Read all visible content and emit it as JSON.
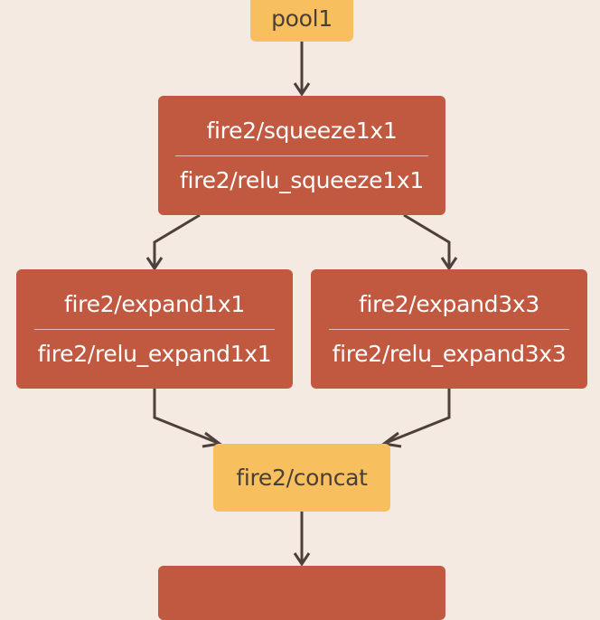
{
  "diagram": {
    "nodes": {
      "pool1": {
        "label": "pool1"
      },
      "squeeze": {
        "layer": "fire2/squeeze1x1",
        "activation": "fire2/relu_squeeze1x1"
      },
      "expand1x1": {
        "layer": "fire2/expand1x1",
        "activation": "fire2/relu_expand1x1"
      },
      "expand3x3": {
        "layer": "fire2/expand3x3",
        "activation": "fire2/relu_expand3x3"
      },
      "concat": {
        "label": "fire2/concat"
      }
    },
    "colors": {
      "background": "#f5eae2",
      "layer_node": "#c05940",
      "aux_node": "#f7bf5e",
      "edge": "#4d403a"
    }
  }
}
